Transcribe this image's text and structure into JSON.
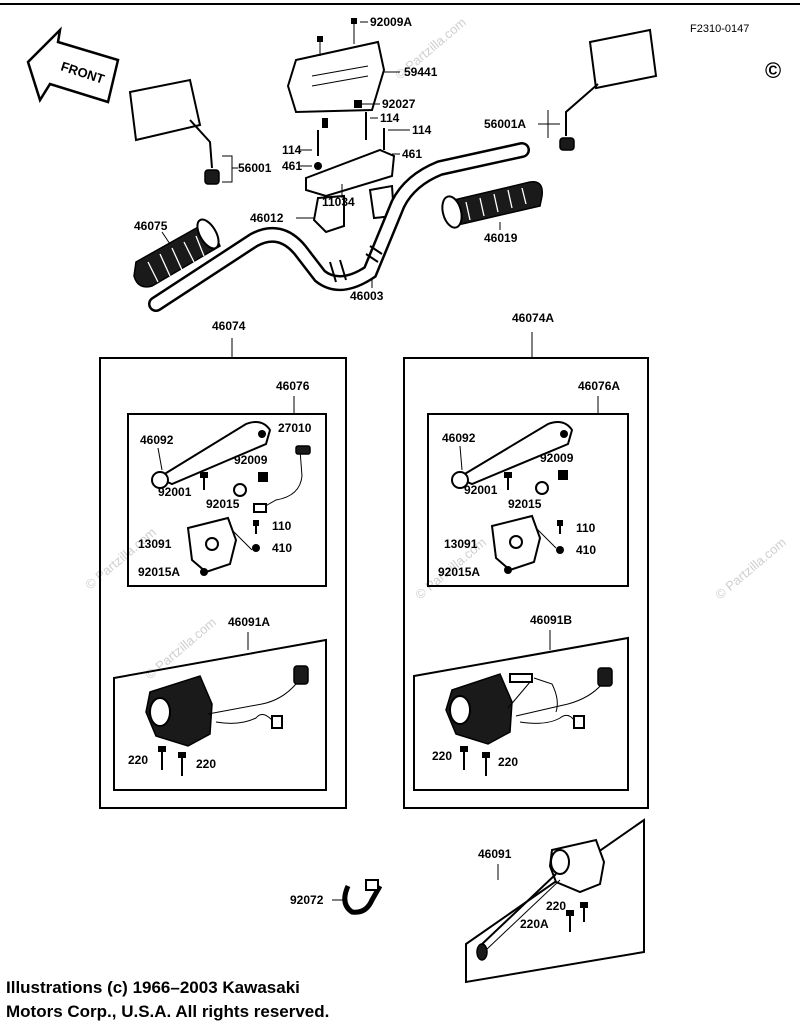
{
  "diagram": {
    "figure_code": "F2310-0147",
    "front_arrow_label": "FRONT",
    "copyright_mark": "©",
    "watermark": "© Partzilla.com",
    "parts": {
      "p92009A": "92009A",
      "p59441": "59441",
      "p92027": "92027",
      "p114a": "114",
      "p114b": "114",
      "p114c": "114",
      "p461a": "461",
      "p461b": "461",
      "p56001": "56001",
      "p56001A": "56001A",
      "p11034": "11034",
      "p46012": "46012",
      "p46075": "46075",
      "p46019": "46019",
      "p46003": "46003"
    },
    "left_assembly": {
      "label": "46074",
      "lever_kit": "46076",
      "lever": "46092",
      "switch": "27010",
      "screw_a": "92009",
      "bolt": "92001",
      "washer": "92015",
      "bolt_110": "110",
      "holder": "13091",
      "washer_410": "410",
      "washer_small": "92015A",
      "switch_housing": "46091A",
      "screw_l": "220",
      "screw_r": "220"
    },
    "right_assembly": {
      "label": "46074A",
      "lever_kit": "46076A",
      "lever": "46092",
      "screw_a": "92009",
      "bolt": "92001",
      "washer": "92015",
      "bolt_110": "110",
      "holder": "13091",
      "washer_410": "410",
      "washer_small": "92015A",
      "switch_housing": "46091B",
      "screw_l": "220",
      "screw_r": "220"
    },
    "bottom_switch": {
      "label": "46091",
      "screw_a": "220",
      "screw_b": "220A"
    },
    "clamp": "92072"
  },
  "footer": {
    "line1": "Illustrations (c) 1966–2003 Kawasaki",
    "line2": "Motors Corp., U.S.A.  All rights reserved."
  }
}
